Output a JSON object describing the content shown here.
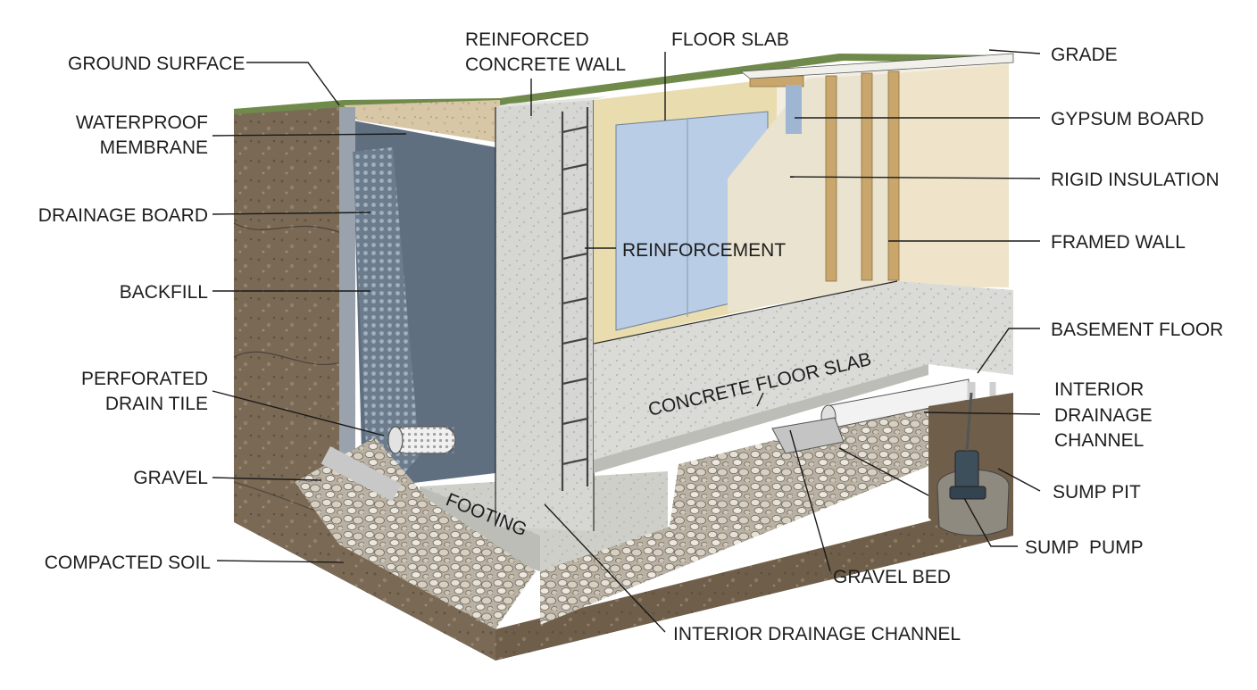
{
  "labels": {
    "ground_surface": "GROUND SURFACE",
    "waterproof_membrane": [
      "WATERPROOF",
      "MEMBRANE"
    ],
    "drainage_board": "DRAINAGE BOARD",
    "backfill": "BACKFILL",
    "perforated_drain_tile": [
      "PERFORATED",
      "DRAIN TILE"
    ],
    "gravel": "GRAVEL",
    "compacted_soil": "COMPACTED SOIL",
    "reinforced_concrete_wall": [
      "REINFORCED",
      "CONCRETE WALL"
    ],
    "floor_slab": "FLOOR SLAB",
    "grade": "GRADE",
    "gypsum_board": "GYPSUM BOARD",
    "rigid_insulation": "RIGID INSULATION",
    "framed_wall": "FRAMED WALL",
    "basement_floor": "BASEMENT FLOOR",
    "interior_drainage_channel_right": [
      "INTERIOR",
      "DRAINAGE",
      "CHANNEL"
    ],
    "sump_pit": "SUMP PIT",
    "sump_pump": "SUMP  PUMP",
    "gravel_bed": "GRAVEL BED",
    "interior_drainage_channel_bottom": "INTERIOR DRAINAGE CHANNEL",
    "reinforcement": "REINFORCEMENT",
    "concrete_floor_slab": "CONCRETE FLOOR SLAB",
    "footing": "FOOTING"
  },
  "colors": {
    "soil": "#7a6a55",
    "soil_dark": "#5d5040",
    "grass": "#6f8a4a",
    "backfill_sand": "#d8c7a6",
    "membrane": "#5f6f80",
    "drainage_board": "#6d7c8c",
    "concrete": "#d6d6d2",
    "gypsum": "#eae3cf",
    "insulation": "#e9dcae",
    "glass_blue": "#b9cde6",
    "wood": "#c9a66b",
    "gravel": "#cfc8bb",
    "pipe": "#f2f2f2",
    "pump": "#3e4f5c"
  },
  "icons": [
    "drain-tile-pipe-icon",
    "sump-pump-icon"
  ]
}
